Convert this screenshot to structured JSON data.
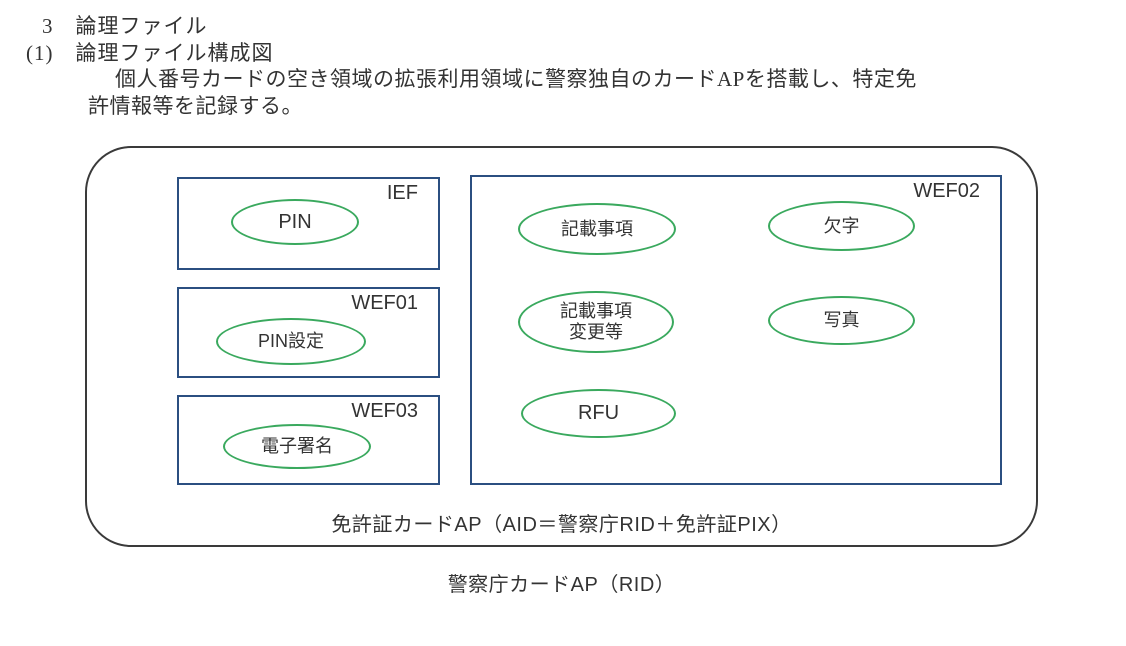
{
  "page": {
    "heading": "3　論理ファイル",
    "subheading": "(1)　論理ファイル構成図",
    "paragraph_line1": "個人番号カードの空き領域の拡張利用領域に警察独自のカードAPを搭載し、特定免",
    "paragraph_line2": "許情報等を記録する。"
  },
  "diagram": {
    "outer_label": "免許証カードAP（AID＝警察庁RID＋免許証PIX）",
    "caption": "警察庁カードAP（RID）",
    "left_boxes": [
      {
        "label": "IEF",
        "ellipse": "PIN"
      },
      {
        "label": "WEF01",
        "ellipse": "PIN設定"
      },
      {
        "label": "WEF03",
        "ellipse": "電子署名"
      }
    ],
    "right_box": {
      "label": "WEF02",
      "ellipses": [
        {
          "line1": "記載事項"
        },
        {
          "line1": "欠字"
        },
        {
          "line1": "記載事項",
          "line2": "変更等"
        },
        {
          "line1": "写真"
        },
        {
          "line1": "RFU"
        }
      ]
    },
    "colors": {
      "ellipse_stroke": "#3aa95e",
      "box_stroke": "#2b4f81",
      "outer_stroke": "#3a3a3a"
    }
  }
}
